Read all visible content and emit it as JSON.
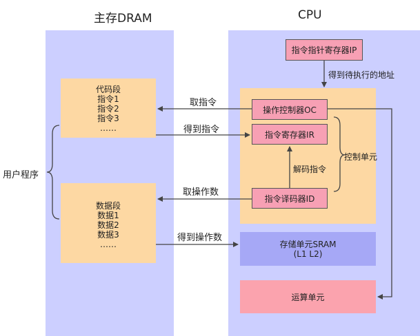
{
  "left_title": "主存DRAM",
  "right_title": "CPU",
  "code_segment": {
    "title": "代码段",
    "items": [
      "指令1",
      "指令2",
      "指令3",
      "……"
    ]
  },
  "data_segment": {
    "title": "数据段",
    "items": [
      "数据1",
      "数据2",
      "数据3",
      "……"
    ]
  },
  "user_program": "用户程序",
  "ip_register": "指令指针寄存器IP",
  "get_address_label": "得到待执行的地址",
  "operation_controller": "操作控制器OC",
  "instruction_register": "指令寄存器IR",
  "instruction_decoder": "指令译码器ID",
  "control_unit": "控制单元",
  "decode_label": "解码指令",
  "fetch_instruction": "取指令",
  "get_instruction": "得到指令",
  "fetch_operand": "取操作数",
  "get_operand": "得到操作数",
  "sram": {
    "line1": "存储单元SRAM",
    "line2": "(L1 L2)"
  },
  "alu": "运算单元",
  "colors": {
    "panel": "#cccfff",
    "segment": "#fdd8a3",
    "register": "#f7a0b4",
    "sram": "#a6a8f6",
    "alu": "#fba3ae"
  }
}
